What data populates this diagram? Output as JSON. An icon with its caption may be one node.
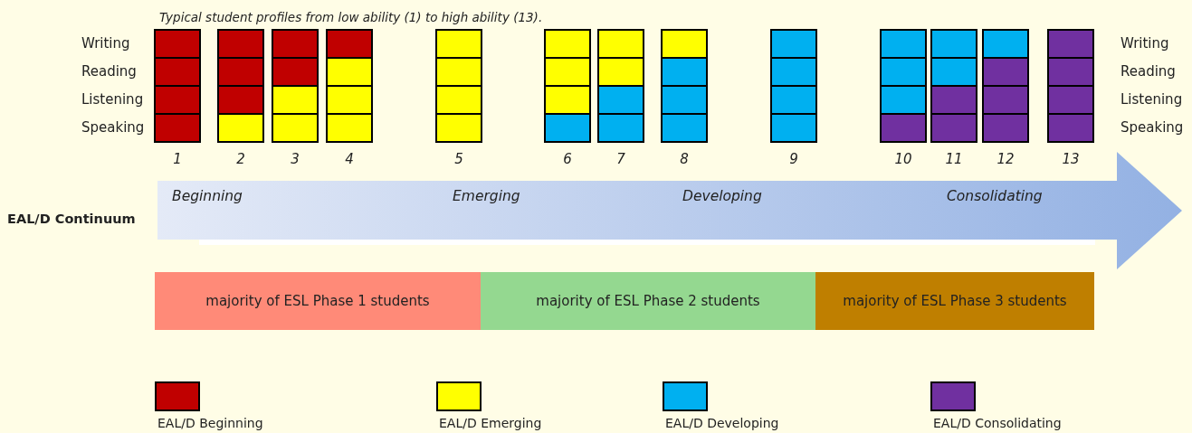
{
  "diagram": {
    "title": "Typical student profiles from low ability (1) to high ability (13).",
    "nodes": [
      {
        "text": [
          "Beginning",
          "Emerging",
          "Developing",
          "Consolidating"
        ]
      },
      {
        "text": [
          "majority of ESL Phase 1 students"
        ]
      },
      {
        "text": [
          "majority of ESL Phase 2 students"
        ]
      },
      {
        "text": [
          "majority of ESL Phase 3 students"
        ]
      }
    ],
    "labels": [
      "Writing",
      "Reading",
      "Listening",
      "Speaking",
      "Writing",
      "Reading",
      "Listening",
      "Speaking",
      "1",
      "2",
      "3",
      "4",
      "5",
      "6",
      "7",
      "8",
      "9",
      "10",
      "11",
      "12",
      "13",
      "EAL/D Continuum"
    ],
    "legend": [
      {
        "text": "EAL/D Beginning",
        "color": "#c00000"
      },
      {
        "text": "EAL/D Emerging",
        "color": "#ffff00"
      },
      {
        "text": "EAL/D Developing",
        "color": "#00b0f0"
      },
      {
        "text": "EAL/D Consolidating",
        "color": "#7030a0"
      }
    ]
  }
}
